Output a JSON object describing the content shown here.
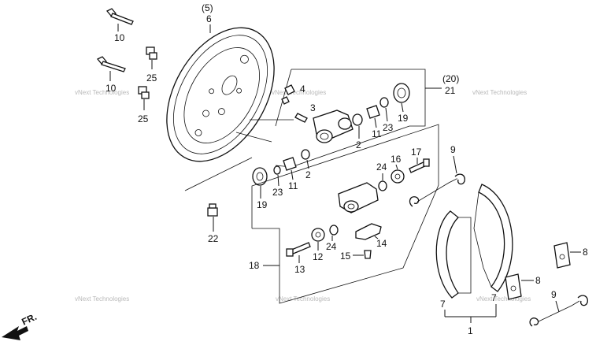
{
  "diagram": {
    "labels": {
      "backing_plate_set": "(5)",
      "backing_plate": "6",
      "bolt_upper": "10",
      "bolt_lower": "10",
      "nut_upper": "25",
      "nut_lower": "25",
      "bleeder_cap": "4",
      "bleeder_screw": "3",
      "wheel_cyl_set": "(20)",
      "wheel_cyl": "21",
      "cup_top": "2",
      "spring_top": "11",
      "ring_top": "23",
      "boot_top": "19",
      "boot_left": "19",
      "ring_left": "23",
      "spring_left": "11",
      "cup_left": "2",
      "adjuster_bolt_r": "17",
      "adjuster_wheel_r": "16",
      "washer_r": "24",
      "adjuster_bolt_l": "13",
      "adjuster_wheel_l": "12",
      "washer_l": "24",
      "bleeder_lower": "15",
      "bracket": "14",
      "cyl_assy": "18",
      "flange_bolt": "22",
      "spring_upper": "9",
      "spring_lower": "9",
      "shoe_left": "7",
      "shoe_right": "7",
      "shoe_set": "1",
      "clip_upper": "8",
      "clip_lower": "8",
      "fr_arrow": "FR."
    },
    "watermark": "vNext Technologies"
  }
}
